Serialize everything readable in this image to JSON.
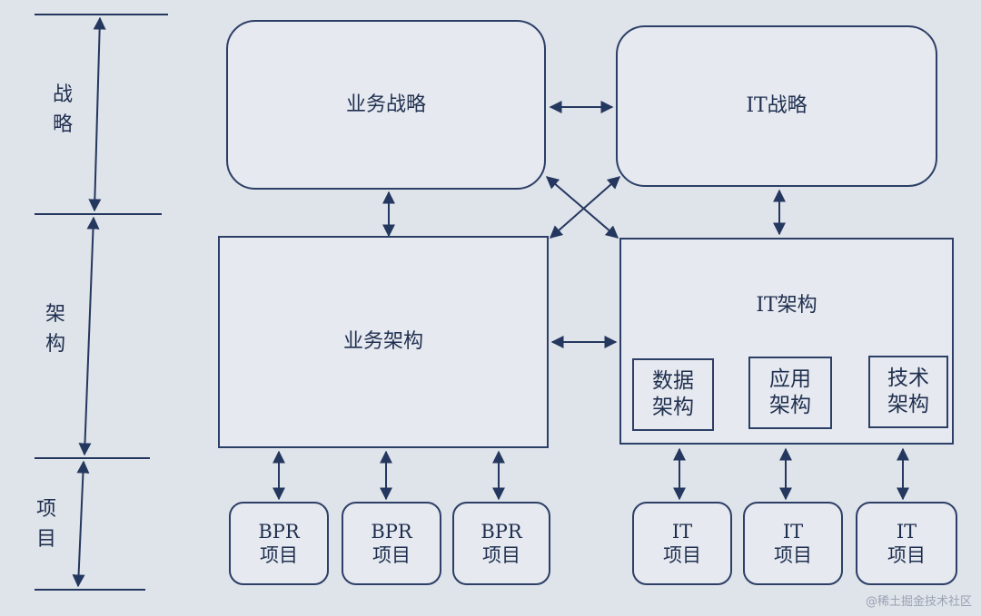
{
  "levels": {
    "strategy": [
      "战",
      "略"
    ],
    "architecture": [
      "架",
      "构"
    ],
    "project": [
      "项",
      "目"
    ]
  },
  "nodes": {
    "business_strategy": "业务战略",
    "it_strategy": "IT战略",
    "business_architecture": "业务架构",
    "it_architecture": "IT架构",
    "data_architecture": [
      "数据",
      "架构"
    ],
    "application_architecture": [
      "应用",
      "架构"
    ],
    "technology_architecture": [
      "技术",
      "架构"
    ]
  },
  "projects": {
    "bpr": [
      [
        "BPR",
        "项目"
      ],
      [
        "BPR",
        "项目"
      ],
      [
        "BPR",
        "项目"
      ]
    ],
    "it": [
      [
        "IT",
        "项目"
      ],
      [
        "IT",
        "项目"
      ],
      [
        "IT",
        "项目"
      ]
    ]
  },
  "watermark": "@稀土掘金技术社区"
}
